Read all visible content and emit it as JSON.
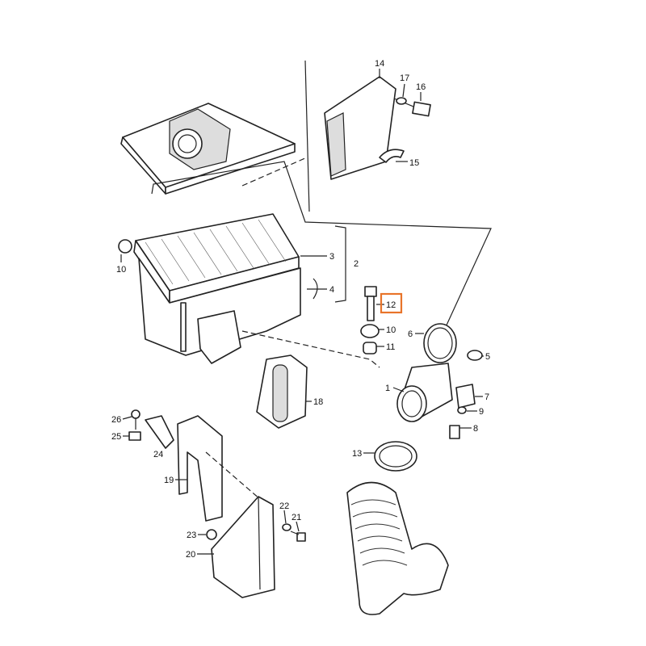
{
  "diagram": {
    "highlight_color": "#e8742a",
    "highlighted_part": "12",
    "callouts": {
      "p1": "1",
      "p2": "2",
      "p3": "3",
      "p4": "4",
      "p5": "5",
      "p6": "6",
      "p7": "7",
      "p8": "8",
      "p9": "9",
      "p10a": "10",
      "p10b": "10",
      "p11": "11",
      "p12": "12",
      "p13": "13",
      "p14": "14",
      "p15": "15",
      "p16": "16",
      "p17": "17",
      "p18": "18",
      "p19": "19",
      "p20": "20",
      "p21": "21",
      "p22": "22",
      "p23": "23",
      "p24": "24",
      "p25": "25",
      "p26": "26"
    }
  }
}
